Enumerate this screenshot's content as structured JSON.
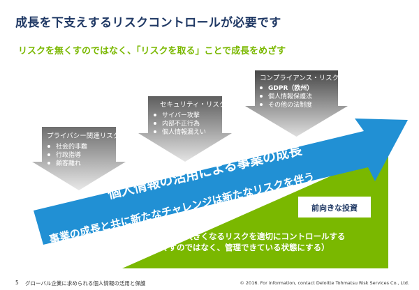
{
  "slide": {
    "title": "成長を下支えするリスクコントロールが必要です",
    "subtitle": "リスクを無くすのではなく、「リスクを取る」ことで成長をめざす"
  },
  "risk_boxes": [
    {
      "title": "プライバシー関連リスク",
      "items": [
        "社会的非難",
        "行政指導",
        "顧客離れ"
      ]
    },
    {
      "title": "セキュリティ・リスク",
      "items": [
        "サイバー攻撃",
        "内部不正行為",
        "個人情報漏えい"
      ]
    },
    {
      "title": "コンプライアンス・リスク",
      "items": [
        "GDPR（欧州）",
        "個人情報保護法",
        "その他の法制度"
      ]
    }
  ],
  "arrow": {
    "line1": "個人情報の活用による事業の成長",
    "line2": "事業の成長と共に新たなチャレンジは新たなリスクを伴う"
  },
  "investment": {
    "badge": "前向きな投資",
    "text1": "成長と共に大きくなるリスクを適切にコントロールする",
    "text2": "（無くすのではなく、管理できている状態にする）"
  },
  "footer": {
    "page_number": "5",
    "text": "グローバル企業に求められる個人情報の活用と保護",
    "copyright": "© 2016. For information, contact Deloitte Tohmatsu Risk Services Co., Ltd."
  },
  "colors": {
    "title": "#1f3864",
    "subtitle": "#7ab800",
    "arrow_blue": "#2190d4",
    "green": "#7ab800",
    "box_gray": "#5a5a5a"
  }
}
